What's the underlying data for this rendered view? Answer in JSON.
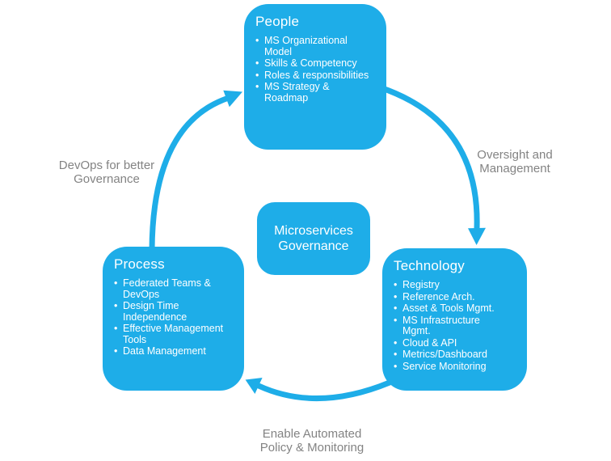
{
  "colors": {
    "accent": "#1EADE8",
    "label": "#838383",
    "box_text": "#FFFFFF",
    "background": "#FFFFFF"
  },
  "center_box": {
    "label": "Microservices Governance"
  },
  "boxes": {
    "people": {
      "title": "People",
      "items": [
        "MS Organizational Model",
        "Skills & Competency",
        "Roles & responsibilities",
        "MS Strategy & Roadmap"
      ]
    },
    "process": {
      "title": "Process",
      "items": [
        "Federated Teams & DevOps",
        "Design Time Independence",
        "Effective Management Tools",
        "Data Management"
      ]
    },
    "technology": {
      "title": "Technology",
      "items": [
        "Registry",
        "Reference Arch.",
        "Asset & Tools Mgmt.",
        "MS Infrastructure Mgmt.",
        "Cloud & API",
        "Metrics/Dashboard",
        "Service Monitoring"
      ]
    }
  },
  "arrow_labels": {
    "process_to_people": "DevOps for better Governance",
    "people_to_technology": "Oversight and Management",
    "technology_to_process": "Enable Automated Policy & Monitoring"
  }
}
